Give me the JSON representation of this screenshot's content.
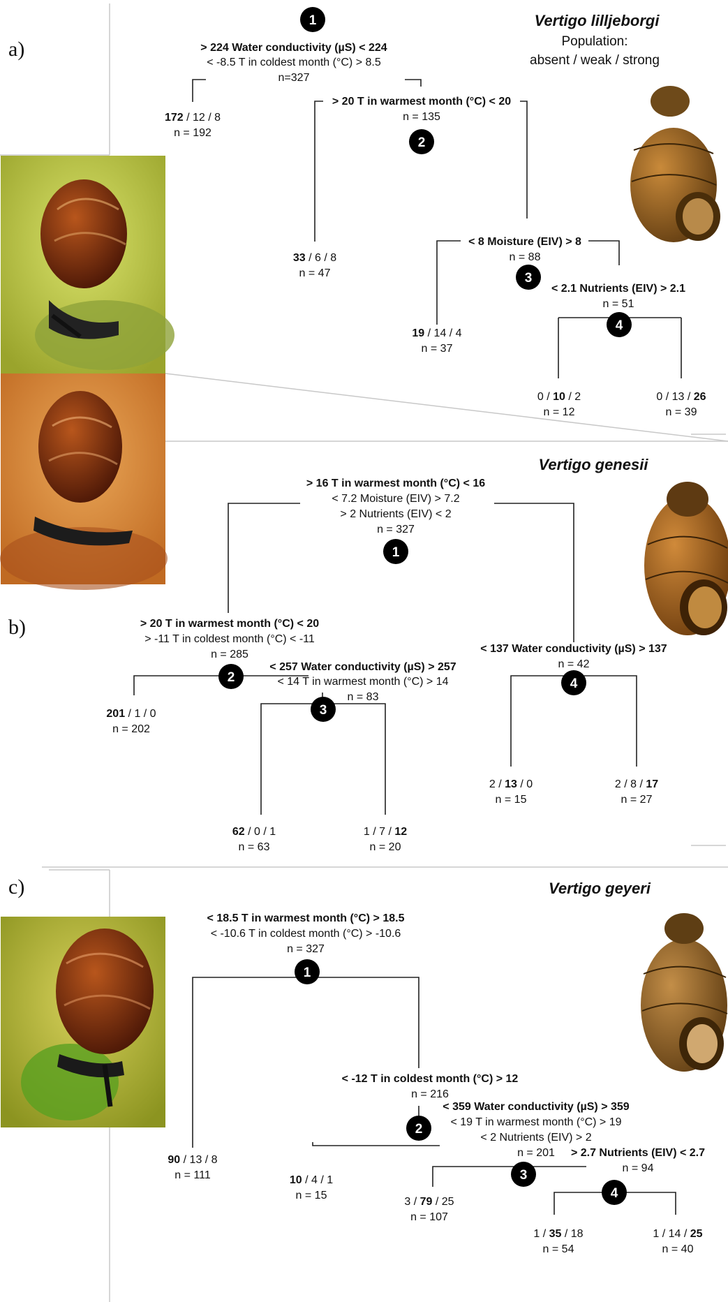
{
  "panels": [
    {
      "label": "a)",
      "species": "Vertigo lilljeborgi",
      "population_label": "Population:",
      "population_levels": "absent / weak / strong",
      "nodes": [
        {
          "id": "1",
          "splits": [
            "> 224  Water conductivity (µS)  < 224",
            "< -8.5 T in coldest month (°C) > 8.5"
          ],
          "n": "n=327"
        },
        {
          "id": "2",
          "splits": [
            "> 20  T in warmest month (°C)  < 20"
          ],
          "n": "n = 135"
        },
        {
          "id": "3",
          "splits": [
            "< 8 Moisture (EIV) > 8"
          ],
          "n": "n = 88"
        },
        {
          "id": "4",
          "splits": [
            "< 2.1 Nutrients (EIV) > 2.1"
          ],
          "n": "n = 51"
        }
      ],
      "leaves": [
        {
          "parts": [
            "172",
            " / 12 / 8"
          ],
          "n": "n = 192"
        },
        {
          "parts": [
            "33",
            " / 6 / 8"
          ],
          "n": "n = 47"
        },
        {
          "parts": [
            "19",
            " / 14 / 4"
          ],
          "n": "n = 37"
        },
        {
          "parts": [
            "0 / ",
            "10",
            " / 2"
          ],
          "n": "n = 12"
        },
        {
          "parts": [
            "0 / 13 / ",
            "26"
          ],
          "n": "n = 39"
        }
      ]
    },
    {
      "label": "b)",
      "species": "Vertigo genesii",
      "nodes": [
        {
          "id": "1",
          "splits": [
            "> 16 T in warmest month (°C) < 16",
            "< 7.2 Moisture (EIV) > 7.2",
            "> 2 Nutrients (EIV) < 2"
          ],
          "n": "n = 327"
        },
        {
          "id": "2",
          "splits": [
            "> 20  T in warmest month (°C) < 20",
            "> -11 T in coldest month (°C) < -11"
          ],
          "n": "n = 285"
        },
        {
          "id": "3",
          "splits": [
            "< 257  Water conductivity (µS) > 257",
            "< 14 T in warmest month (°C) > 14"
          ],
          "n": "n = 83"
        },
        {
          "id": "4",
          "splits": [
            "< 137  Water conductivity (µS) > 137"
          ],
          "n": "n = 42"
        }
      ],
      "leaves": [
        {
          "parts": [
            "201",
            " / 1 / 0"
          ],
          "n": "n = 202"
        },
        {
          "parts": [
            "62",
            " / 0 / 1"
          ],
          "n": "n = 63"
        },
        {
          "parts": [
            "1 / 7 / ",
            "12"
          ],
          "n": "n = 20"
        },
        {
          "parts": [
            "2 / ",
            "13",
            " / 0"
          ],
          "n": "n = 15"
        },
        {
          "parts": [
            "2 / 8 / ",
            "17"
          ],
          "n": "n = 27"
        }
      ]
    },
    {
      "label": "c)",
      "species": "Vertigo geyeri",
      "nodes": [
        {
          "id": "1",
          "splits": [
            "< 18.5  T in warmest month (°C) > 18.5",
            "< -10.6 T in coldest month (°C) > -10.6"
          ],
          "n": "n = 327"
        },
        {
          "id": "2",
          "splits": [
            "< -12  T in coldest month (°C) > 12"
          ],
          "n": "n = 216"
        },
        {
          "id": "3",
          "splits": [
            "< 359  Water conductivity (µS) > 359",
            "< 19 T in warmest month (°C) > 19",
            "< 2 Nutrients (EIV) > 2"
          ],
          "n": "n = 201"
        },
        {
          "id": "4",
          "splits": [
            "> 2.7 Nutrients (EIV) < 2.7"
          ],
          "n": "n = 94"
        }
      ],
      "leaves": [
        {
          "parts": [
            "90",
            " / 13 / 8"
          ],
          "n": "n = 111"
        },
        {
          "parts": [
            "10",
            " / 4 / 1"
          ],
          "n": "n = 15"
        },
        {
          "parts": [
            "3 / ",
            "79",
            " / 25"
          ],
          "n": "n = 107"
        },
        {
          "parts": [
            "1 / ",
            "35",
            " / 18"
          ],
          "n": "n = 54"
        },
        {
          "parts": [
            "1 / 14 / ",
            "25"
          ],
          "n": "n = 40"
        }
      ]
    }
  ],
  "photos": [
    {
      "name": "live-snail-photo-1",
      "palette": [
        "#c8d85a",
        "#8a9a2a",
        "#6b2d0e",
        "#a8501a"
      ]
    },
    {
      "name": "live-snail-photo-2",
      "palette": [
        "#d7872e",
        "#e8a24a",
        "#6b2208",
        "#9a3c12"
      ]
    },
    {
      "name": "live-snail-photo-3",
      "palette": [
        "#c9c43c",
        "#7d8a18",
        "#5a1e08",
        "#8d3614"
      ]
    },
    {
      "name": "shell-photo-lilljeborgi",
      "palette": [
        "#ffffff",
        "#ffffff",
        "#6b4210",
        "#a86e22"
      ]
    },
    {
      "name": "shell-photo-genesii",
      "palette": [
        "#ffffff",
        "#ffffff",
        "#7a4410",
        "#b0701e"
      ]
    },
    {
      "name": "shell-photo-geyeri",
      "palette": [
        "#ffffff",
        "#ffffff",
        "#6e4814",
        "#a57630"
      ]
    }
  ]
}
